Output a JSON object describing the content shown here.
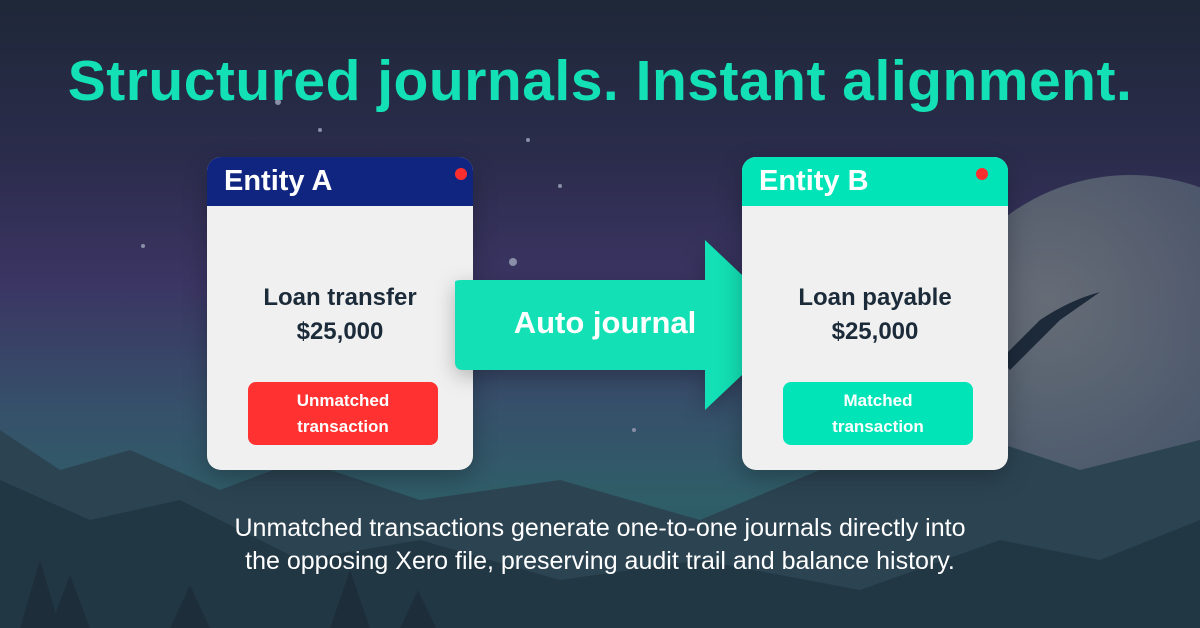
{
  "headline": "Structured journals. Instant alignment.",
  "entity_a": {
    "title": "Entity A",
    "line1": "Loan transfer",
    "amount": "$25,000",
    "badge_line1": "Unmatched",
    "badge_line2": "transaction",
    "header_color": "#0f2580",
    "badge_color": "#ff3131"
  },
  "arrow": {
    "label": "Auto journal",
    "color": "#13e0b4"
  },
  "entity_b": {
    "title": "Entity B",
    "line1": "Loan payable",
    "amount": "$25,000",
    "badge_line1": "Matched",
    "badge_line2": "transaction",
    "header_color": "#00e4b8",
    "badge_color": "#00e4b8"
  },
  "caption": {
    "line1": "Unmatched transactions generate one-to-one journals directly into",
    "line2": "the opposing Xero file, preserving audit trail and balance history."
  }
}
